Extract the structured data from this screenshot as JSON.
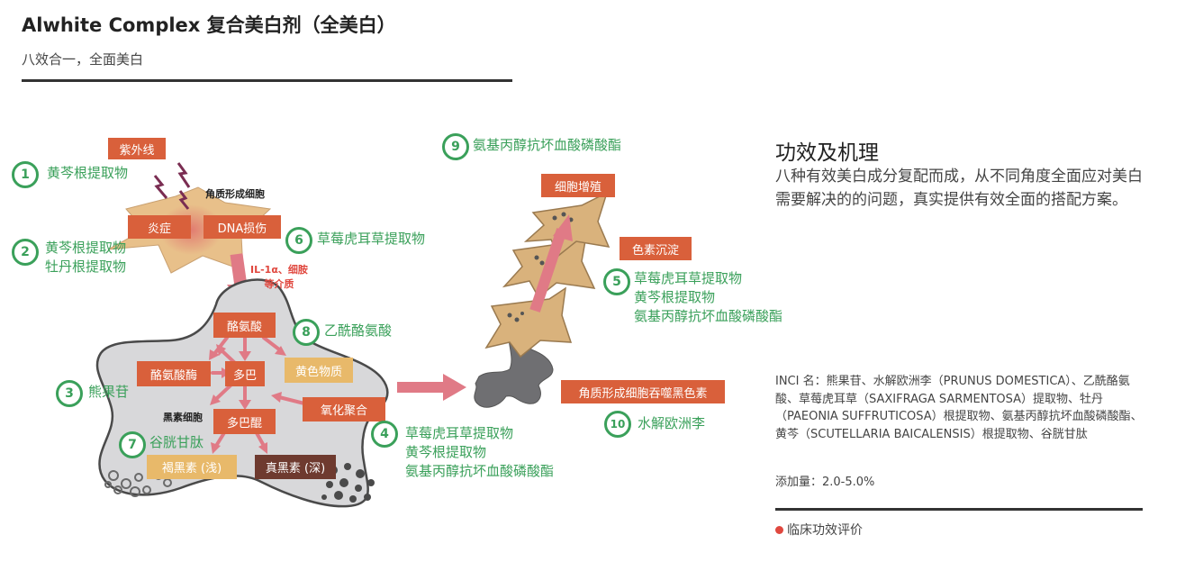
{
  "header": {
    "title": "Alwhite Complex 复合美白剂（全美白）",
    "subtitle": "八效合一，全面美白"
  },
  "mechanism": {
    "title": "功效及机理",
    "body": "八种有效美白成分复配而成，从不同角度全面应对美白需要解决的的问题，真实提供有效全面的搭配方案。"
  },
  "inci": "INCI 名：熊果苷、水解欧洲李（PRUNUS DOMESTICA）、乙酰酪氨酸、草莓虎耳草（SAXIFRAGA SARMENTOSA）提取物、牡丹（PAEONIA SUFFRUTICOSA）根提取物、氨基丙醇抗坏血酸磷酸酯、黄芩（SCUTELLARIA BAICALENSIS）根提取物、谷胱甘肽",
  "dosage": "添加量：2.0-5.0%",
  "clinical_label": "临床功效评价",
  "colors": {
    "accent_green": "#3aa05a",
    "box_red": "#d9603b",
    "box_tan": "#e8b96a",
    "box_brown": "#6e3a2f",
    "arrow_pink": "#e07a86",
    "cell_gray": "#d8d8da",
    "keratinocyte_tan": "#d9b27c"
  },
  "diagram": {
    "uv": "紫外线",
    "keratinocyte": "角质形成细胞",
    "inflammation": "炎症",
    "dna_damage": "DNA损伤",
    "mediators": "IL-1α、细胺\n等介质",
    "tyrosine": "酪氨酸",
    "tyrosinase": "酪氨酸酶",
    "dopa": "多巴",
    "yellow_matter": "黄色物质",
    "oxidation": "氧化聚合",
    "dopaquinone": "多巴醌",
    "melanocyte": "黑素细胞",
    "pheomelanin": "褐黑素 (浅)",
    "eumelanin": "真黑素 (深)",
    "proliferation": "细胞增殖",
    "pigmentation": "色素沉淀",
    "phagocytosis": "角质形成细胞吞噬黑色素",
    "markers": [
      {
        "num": "1",
        "text": "黄芩根提取物"
      },
      {
        "num": "2",
        "text": "黄芩根提取物\n牡丹根提取物"
      },
      {
        "num": "3",
        "text": "熊果苷"
      },
      {
        "num": "4",
        "text": "草莓虎耳草提取物\n黄芩根提取物\n氨基丙醇抗坏血酸磷酸酯"
      },
      {
        "num": "5",
        "text": "草莓虎耳草提取物\n黄芩根提取物\n氨基丙醇抗坏血酸磷酸酯"
      },
      {
        "num": "6",
        "text": "草莓虎耳草提取物"
      },
      {
        "num": "7",
        "text": "谷胱甘肽"
      },
      {
        "num": "8",
        "text": "乙酰酪氨酸"
      },
      {
        "num": "9",
        "text": "氨基丙醇抗坏血酸磷酸酯"
      },
      {
        "num": "10",
        "text": "水解欧洲李"
      }
    ]
  }
}
